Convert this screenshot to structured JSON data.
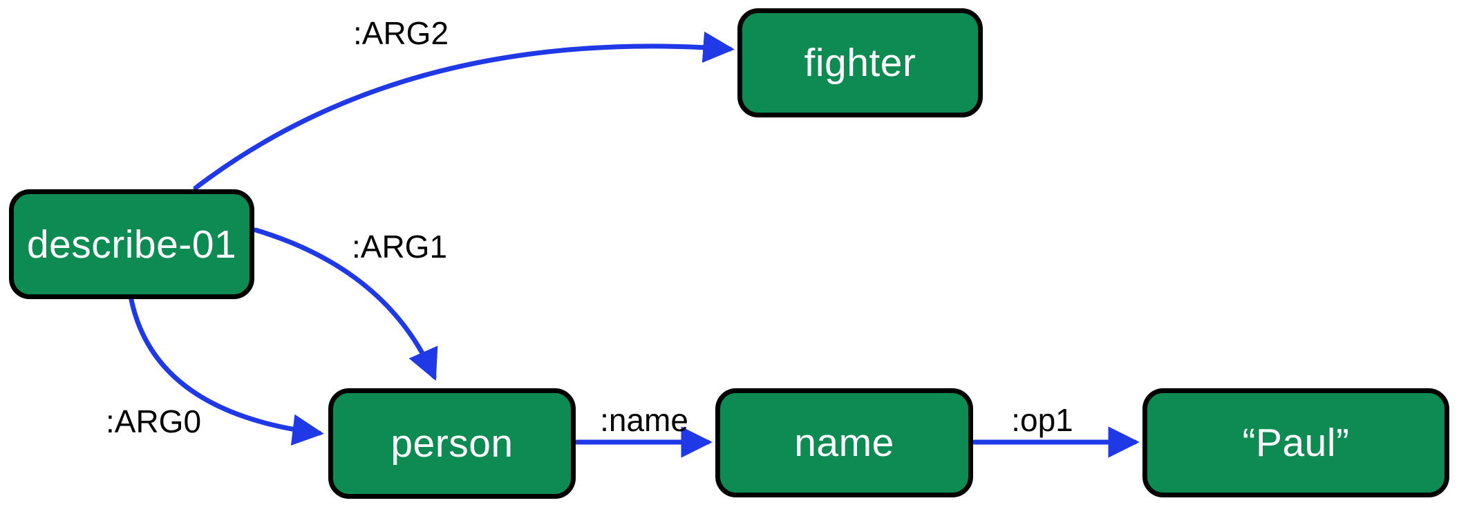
{
  "diagram": {
    "type": "amr-graph",
    "colors": {
      "node_fill": "#0e8b52",
      "node_border": "#000000",
      "node_text": "#ffffff",
      "edge": "#2039e6",
      "edge_label_text": "#000000",
      "background": "#ffffff"
    },
    "nodes": [
      {
        "id": "describe-01",
        "label": "describe-01"
      },
      {
        "id": "fighter",
        "label": "fighter"
      },
      {
        "id": "person",
        "label": "person"
      },
      {
        "id": "name",
        "label": "name"
      },
      {
        "id": "paul",
        "label": "“Paul”"
      }
    ],
    "edges": [
      {
        "id": "arg2",
        "label": ":ARG2",
        "from": "describe-01",
        "to": "fighter"
      },
      {
        "id": "arg1",
        "label": ":ARG1",
        "from": "describe-01",
        "to": "person"
      },
      {
        "id": "arg0",
        "label": ":ARG0",
        "from": "describe-01",
        "to": "person"
      },
      {
        "id": "name",
        "label": ":name",
        "from": "person",
        "to": "name"
      },
      {
        "id": "op1",
        "label": ":op1",
        "from": "name",
        "to": "paul"
      }
    ]
  }
}
